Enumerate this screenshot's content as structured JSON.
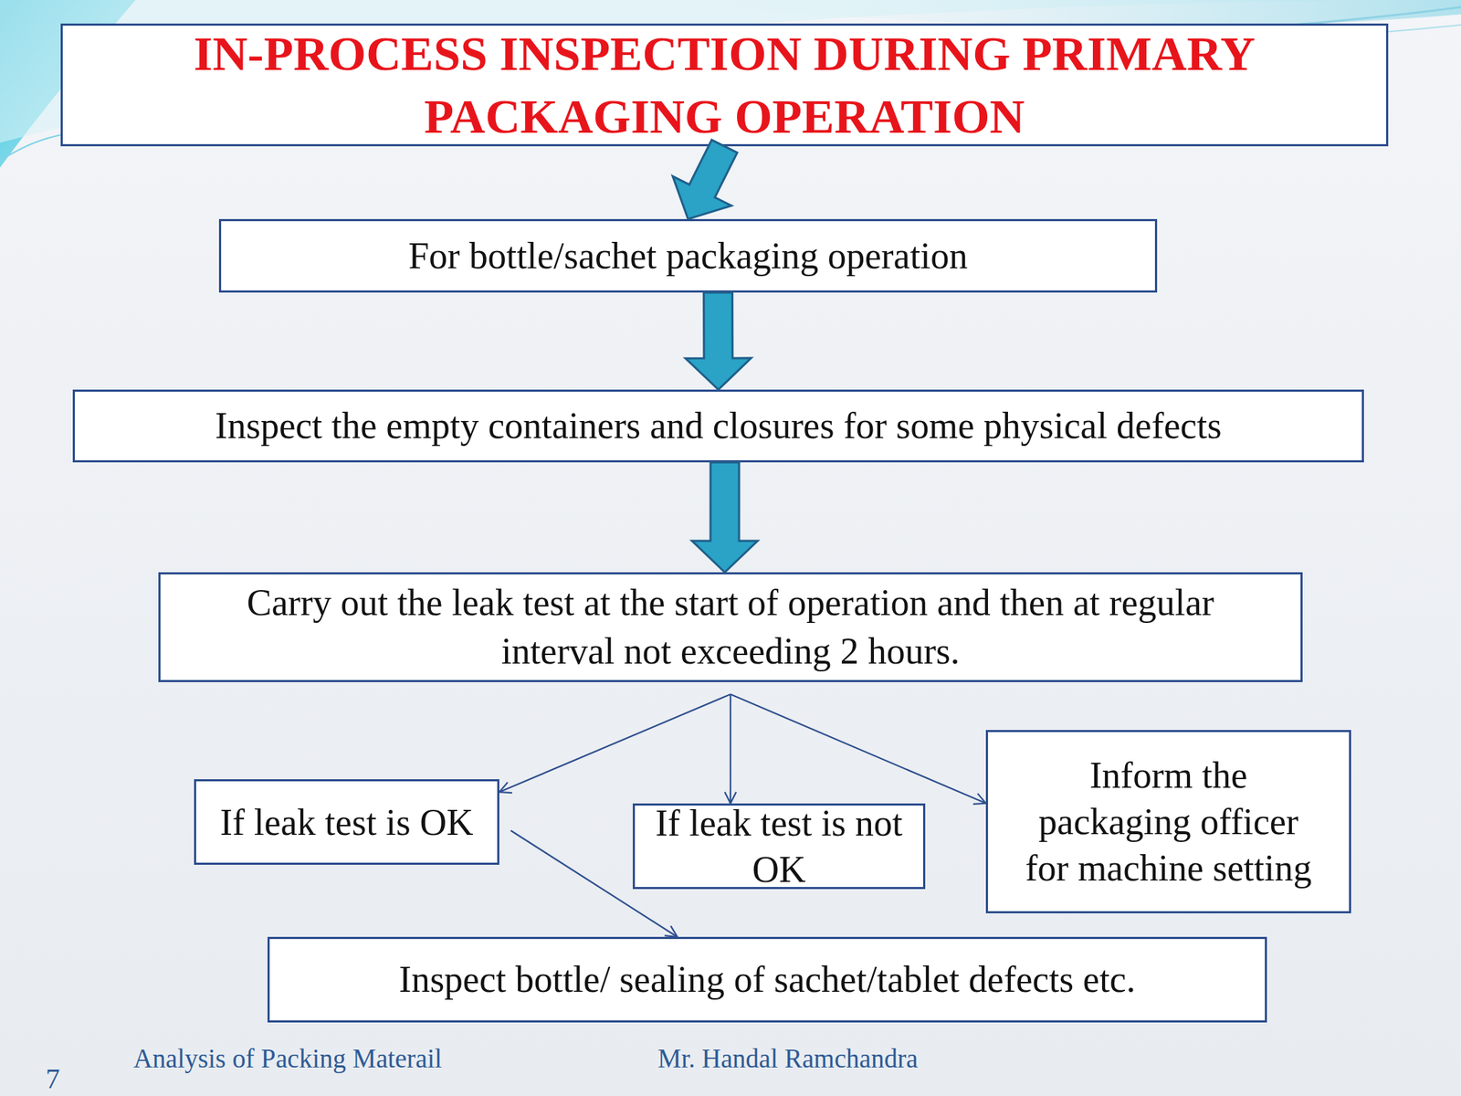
{
  "diagram": {
    "nodes": [
      {
        "text": [
          "IN-PROCESS INSPECTION DURING PRIMARY PACKAGING OPERATION"
        ]
      },
      {
        "text": [
          "For bottle/sachet packaging operation"
        ]
      },
      {
        "text": [
          "Inspect the empty containers and closures for some physical defects"
        ]
      },
      {
        "text": [
          "Carry out the leak test at the start of operation and then at regular interval not exceeding 2 hours."
        ]
      },
      {
        "text": [
          "If leak test is OK"
        ]
      },
      {
        "text": [
          "If leak test is not OK"
        ]
      },
      {
        "text": [
          "Inform the packaging officer for machine setting"
        ]
      },
      {
        "text": [
          "Inspect bottle/ sealing of sachet/tablet defects etc."
        ]
      }
    ],
    "edges": [
      {
        "from": 0,
        "to": 1,
        "arrow": "to"
      },
      {
        "from": 1,
        "to": 2,
        "arrow": "to"
      },
      {
        "from": 2,
        "to": 3,
        "arrow": "to"
      },
      {
        "from": 3,
        "to": 4,
        "arrow": "to"
      },
      {
        "from": 3,
        "to": 5,
        "arrow": "to"
      },
      {
        "from": 3,
        "to": 6,
        "arrow": "to"
      },
      {
        "from": 4,
        "to": 7,
        "arrow": "to"
      }
    ],
    "labels": [
      "Analysis of Packing Materail",
      "Mr. Handal Ramchandra",
      "7"
    ]
  }
}
